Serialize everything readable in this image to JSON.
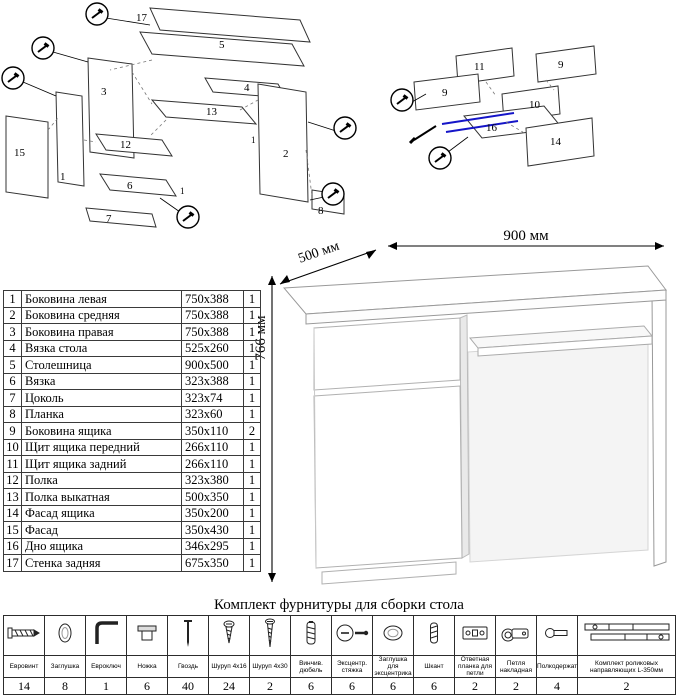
{
  "dimensions": {
    "width": "900 мм",
    "depth": "500 мм",
    "height": "766 мм"
  },
  "parts_table": {
    "rows": [
      {
        "num": "1",
        "name": "Боковина левая",
        "size": "750x388",
        "qty": "1"
      },
      {
        "num": "2",
        "name": "Боковина средняя",
        "size": "750x388",
        "qty": "1"
      },
      {
        "num": "3",
        "name": "Боковина правая",
        "size": "750x388",
        "qty": "1"
      },
      {
        "num": "4",
        "name": "Вязка стола",
        "size": "525x260",
        "qty": "1"
      },
      {
        "num": "5",
        "name": "Столешница",
        "size": "900x500",
        "qty": "1"
      },
      {
        "num": "6",
        "name": "Вязка",
        "size": "323x388",
        "qty": "1"
      },
      {
        "num": "7",
        "name": "Цоколь",
        "size": "323x74",
        "qty": "1"
      },
      {
        "num": "8",
        "name": "Планка",
        "size": "323x60",
        "qty": "1"
      },
      {
        "num": "9",
        "name": "Боковина ящика",
        "size": "350x110",
        "qty": "2"
      },
      {
        "num": "10",
        "name": "Щит ящика передний",
        "size": "266x110",
        "qty": "1"
      },
      {
        "num": "11",
        "name": "Щит ящика задний",
        "size": "266x110",
        "qty": "1"
      },
      {
        "num": "12",
        "name": "Полка",
        "size": "323x380",
        "qty": "1"
      },
      {
        "num": "13",
        "name": "Полка выкатная",
        "size": "500x350",
        "qty": "1"
      },
      {
        "num": "14",
        "name": "Фасад ящика",
        "size": "350x200",
        "qty": "1"
      },
      {
        "num": "15",
        "name": "Фасад",
        "size": "350x430",
        "qty": "1"
      },
      {
        "num": "16",
        "name": "Дно ящика",
        "size": "346x295",
        "qty": "1"
      },
      {
        "num": "17",
        "name": "Стенка задняя",
        "size": "675x350",
        "qty": "1"
      }
    ]
  },
  "hardware": {
    "title": "Комплект фурнитуры для сборки стола",
    "items": [
      {
        "name": "Евровинт",
        "qty": "14",
        "icon": "euro-screw"
      },
      {
        "name": "Заглушка",
        "qty": "8",
        "icon": "cap"
      },
      {
        "name": "Евроключ",
        "qty": "1",
        "icon": "hex-key"
      },
      {
        "name": "Ножка",
        "qty": "6",
        "icon": "foot"
      },
      {
        "name": "Гвоздь",
        "qty": "40",
        "icon": "nail"
      },
      {
        "name": "Шуруп 4x16",
        "qty": "24",
        "icon": "screw-short"
      },
      {
        "name": "Шуруп 4x30",
        "qty": "2",
        "icon": "screw-long"
      },
      {
        "name": "Винчив. дюбель",
        "qty": "6",
        "icon": "screw-dowel"
      },
      {
        "name": "Эксцентр. стяжка",
        "qty": "6",
        "icon": "cam-lock"
      },
      {
        "name": "Заглушка для эксцентрика",
        "qty": "6",
        "icon": "cam-cap"
      },
      {
        "name": "Шкант",
        "qty": "6",
        "icon": "wood-dowel"
      },
      {
        "name": "Ответная планка для петли",
        "qty": "2",
        "icon": "hinge-plate"
      },
      {
        "name": "Петля накладная",
        "qty": "2",
        "icon": "hinge"
      },
      {
        "name": "Полкодержатель",
        "qty": "4",
        "icon": "shelf-pin"
      },
      {
        "name": "Комплект роликовых направляющих L-350мм",
        "qty": "2",
        "icon": "roller-rail"
      }
    ]
  },
  "diagrams": {
    "left": {
      "labels": [
        "17",
        "5",
        "4",
        "3",
        "13",
        "12",
        "6",
        "7",
        "15",
        "1",
        "2",
        "8",
        "1",
        "1"
      ]
    },
    "right": {
      "labels": [
        "11",
        "9",
        "9",
        "10",
        "16",
        "14"
      ]
    },
    "accent_blue": "#1515c8"
  }
}
